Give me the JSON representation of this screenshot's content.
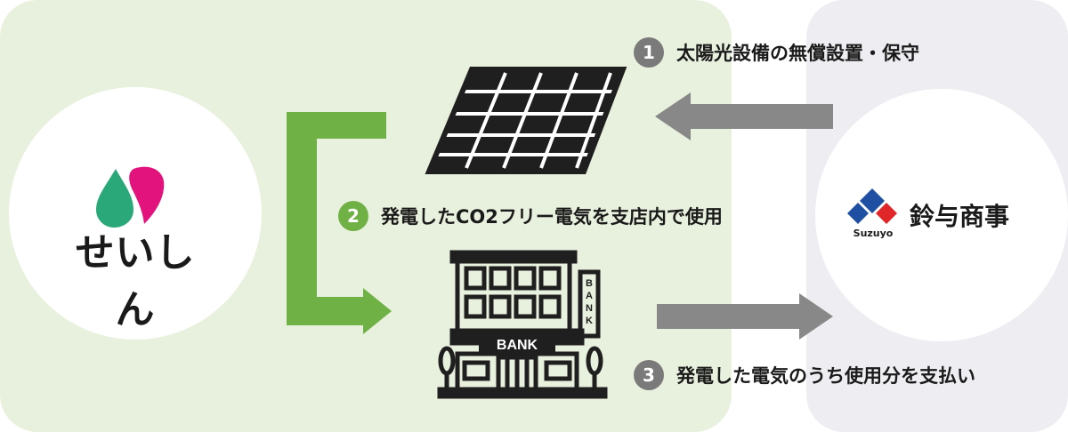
{
  "seishin": {
    "wordmark": "せいしん"
  },
  "suzuyo": {
    "name": "鈴与商事",
    "small_label": "Suzuyo"
  },
  "steps": [
    {
      "number": "1",
      "text": "太陽光設備の無償設置・保守"
    },
    {
      "number": "2",
      "text": "発電したCO2フリー電気を支店内で使用"
    },
    {
      "number": "3",
      "text": "発電した電気のうち使用分を支払い"
    }
  ],
  "bank": {
    "sign_horizontal": "BANK",
    "sign_vertical": "BANK"
  },
  "colors": {
    "left_panel": "#e8f1dd",
    "right_panel": "#eeeef2",
    "green_accent": "#6fb145",
    "gray_arrow": "#888888",
    "logo_green": "#2aa87a",
    "logo_magenta": "#e2137d",
    "suzuyo_blue": "#1f4fa3",
    "suzuyo_red": "#e1262a"
  }
}
